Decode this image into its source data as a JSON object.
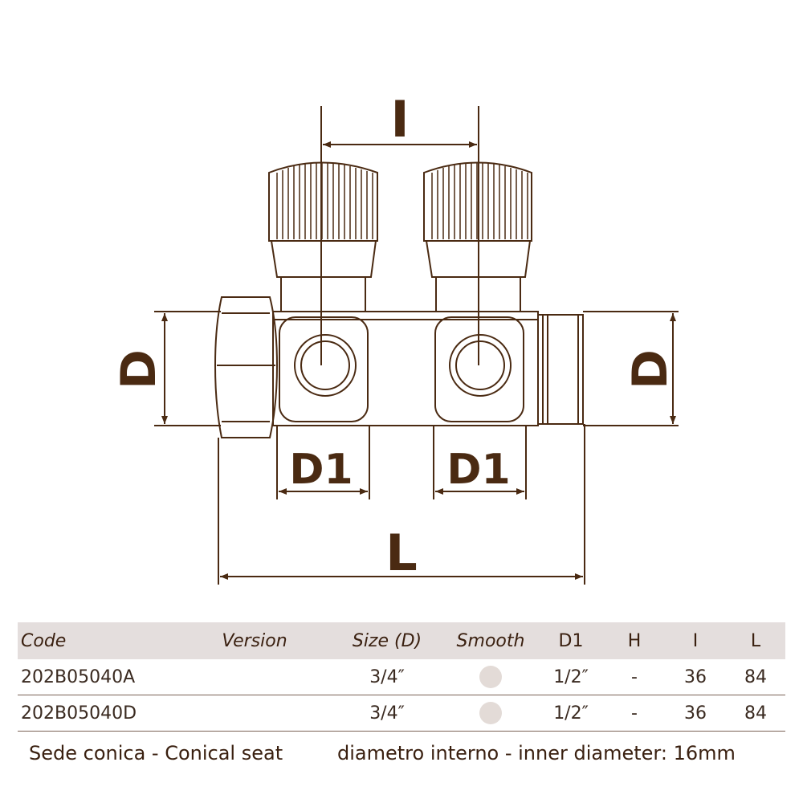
{
  "drawing": {
    "dimension_labels": {
      "I": "I",
      "D_left": "D",
      "D_right": "D",
      "D1_left": "D1",
      "D1_right": "D1",
      "L": "L"
    },
    "colors": {
      "outline": "#4a2a12",
      "dimension": "#4a2a12"
    }
  },
  "table": {
    "headers": {
      "code": "Code",
      "version": "Version",
      "size": "Size (D)",
      "smooth": "Smooth",
      "d1": "D1",
      "h": "H",
      "i": "I",
      "l": "L"
    },
    "rows": [
      {
        "code": "202B05040A",
        "version": "",
        "size": "3/4″",
        "smooth": "smooth-indicator-icon",
        "d1": "1/2″",
        "h": "-",
        "i": "36",
        "l": "84"
      },
      {
        "code": "202B05040D",
        "version": "",
        "size": "3/4″",
        "smooth": "smooth-indicator-icon",
        "d1": "1/2″",
        "h": "-",
        "i": "36",
        "l": "84"
      }
    ],
    "colors": {
      "header_bg": "#e4dedd",
      "smooth_dot": "#e3dbd7"
    }
  },
  "notes": {
    "seat": "Sede conica - Conical seat",
    "diameter": "diametro interno - inner diameter: 16mm"
  }
}
